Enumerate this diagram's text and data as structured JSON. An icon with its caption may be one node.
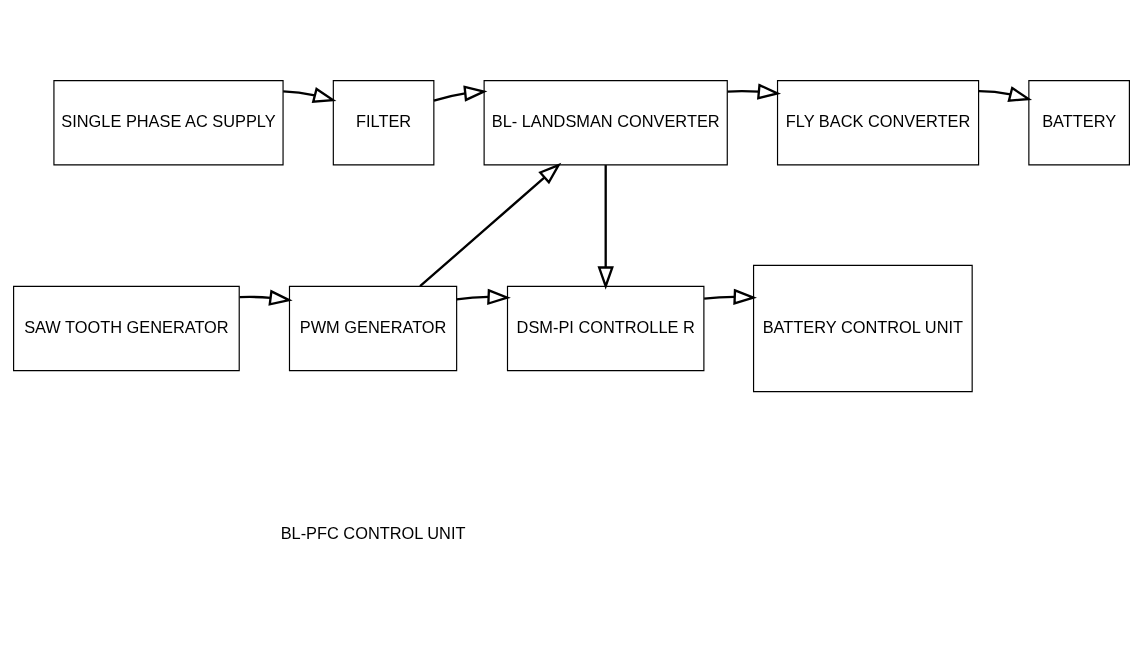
{
  "diagram": {
    "nodes": [
      {
        "text": [
          "SINGLE PHASE AC SUPPLY"
        ]
      },
      {
        "text": [
          "FILTER"
        ]
      },
      {
        "text": [
          "BL- LANDSMAN CONVERTER"
        ]
      },
      {
        "text": [
          "FLY BACK CONVERTER"
        ]
      },
      {
        "text": [
          "BATTERY"
        ]
      },
      {
        "text": [
          "SAW TOOTH GENERATOR"
        ]
      },
      {
        "text": [
          "PWM GENERATOR"
        ]
      },
      {
        "text": [
          "DSM-PI CONTROLLE R"
        ]
      },
      {
        "text": [
          "BATTERY CONTROL UNIT"
        ]
      }
    ],
    "edges": [
      {
        "from": 0,
        "to": 1,
        "arrow": "to"
      },
      {
        "from": 1,
        "to": 2,
        "arrow": "to"
      },
      {
        "from": 2,
        "to": 3,
        "arrow": "to"
      },
      {
        "from": 3,
        "to": 4,
        "arrow": "to"
      },
      {
        "from": 6,
        "to": 2,
        "arrow": "to"
      },
      {
        "from": 2,
        "to": 7,
        "arrow": "to"
      },
      {
        "from": 5,
        "to": 6,
        "arrow": "to"
      },
      {
        "from": 6,
        "to": 7,
        "arrow": "to"
      },
      {
        "from": 7,
        "to": 8,
        "arrow": "to"
      }
    ],
    "labels": [
      "BL-PFC CONTROL UNIT"
    ]
  }
}
